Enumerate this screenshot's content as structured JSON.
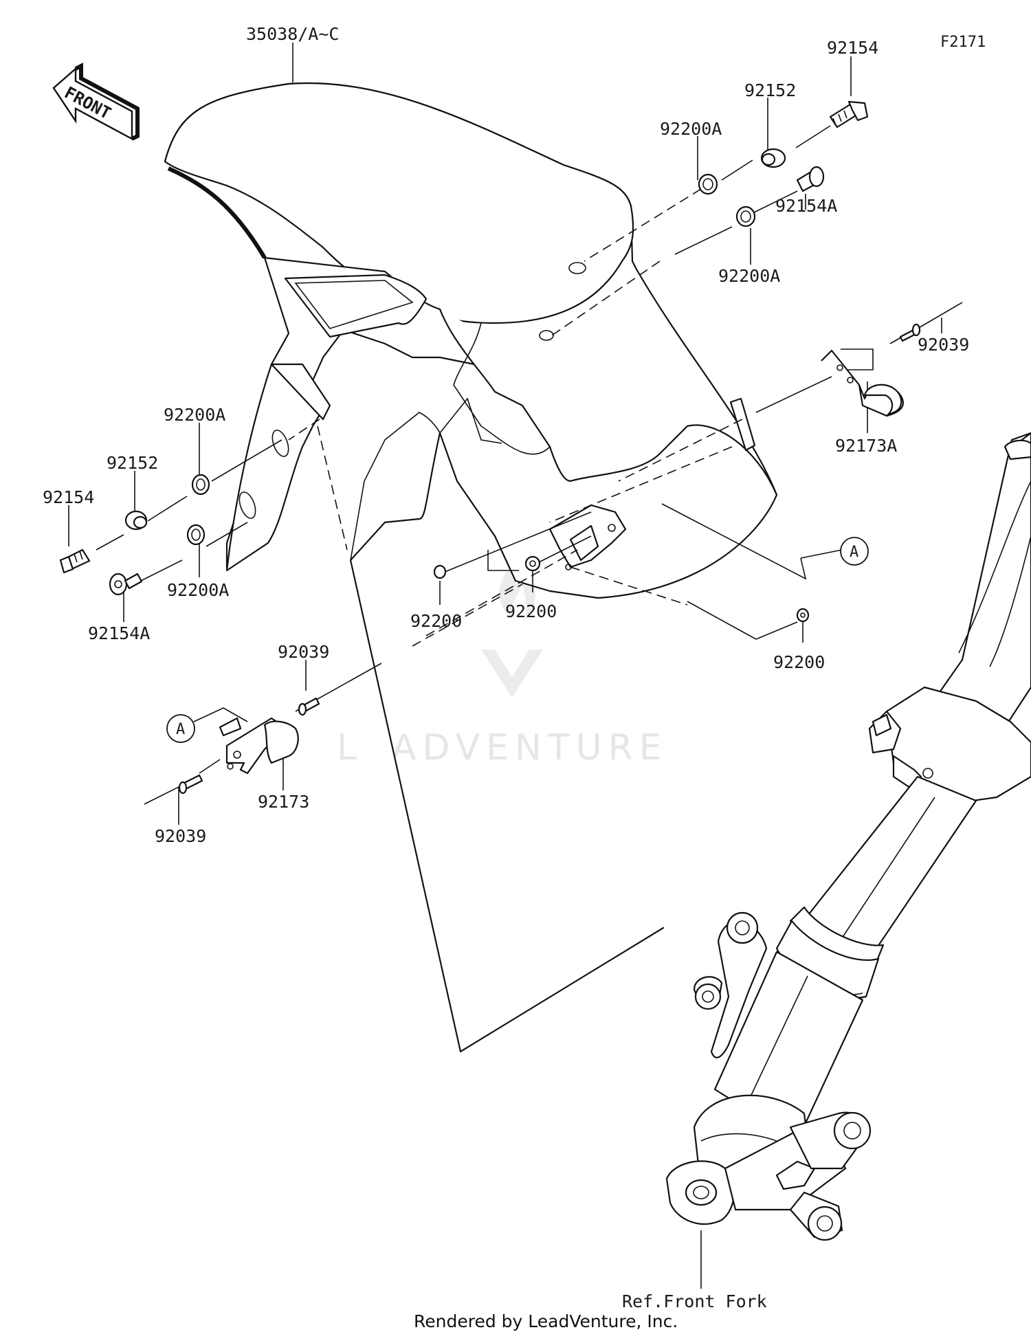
{
  "diagram": {
    "figure_code": "F2171",
    "front_indicator": "FRONT",
    "callout_letter": "A",
    "parts": {
      "fender": "35038/A~C",
      "bolt_top": "92154",
      "collar_top": "92152",
      "washer_top_a": "92200A",
      "washer_top_b": "92200A",
      "bolt_top_a": "92154A",
      "rivet_right": "92039",
      "clamp_right": "92173A",
      "washer_left_a": "92200A",
      "collar_left": "92152",
      "bolt_left": "92154",
      "washer_left_b": "92200A",
      "bolt_left_a": "92154A",
      "rivet_left_top": "92039",
      "clamp_left": "92173",
      "rivet_left_bottom": "92039",
      "nut_center_left": "92200",
      "nut_center": "92200",
      "nut_right": "92200"
    },
    "reference": "Ref.Front Fork",
    "watermark": "LEADVENTURE",
    "footer": "Rendered by LeadVenture, Inc."
  }
}
